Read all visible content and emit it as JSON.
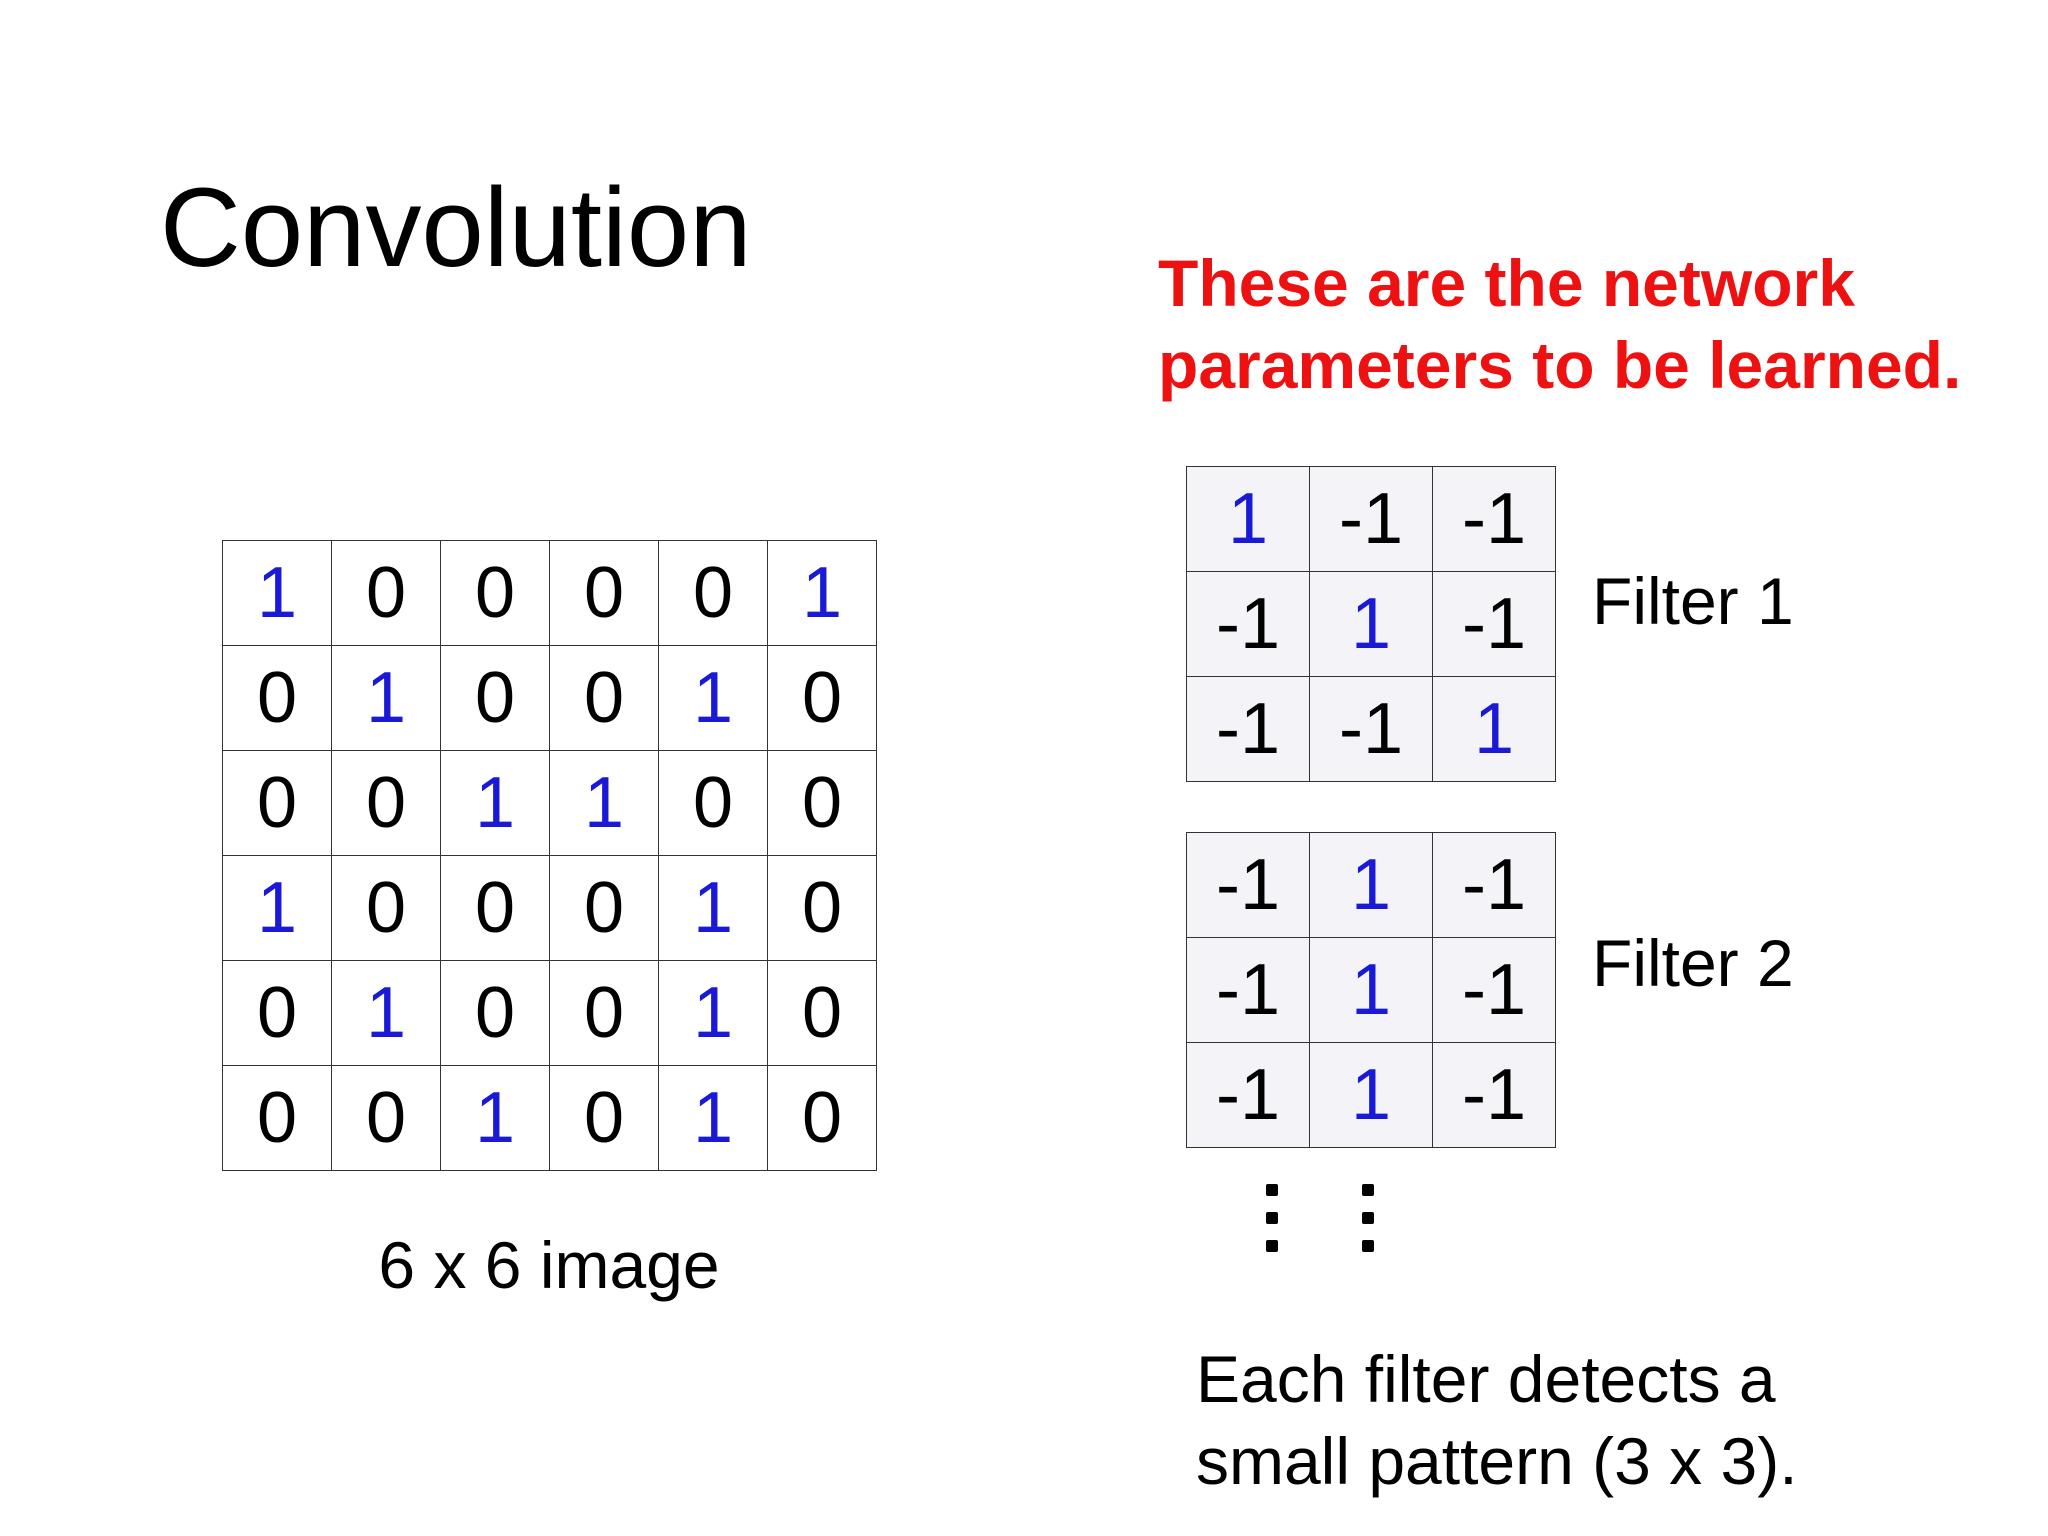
{
  "title": "Convolution",
  "colors": {
    "text": "#000000",
    "one_value": "#1a1ad6",
    "highlight": "#ee1111",
    "filter_cell_bg": "#f3f3f8",
    "grid_line": "#333333"
  },
  "red_note": {
    "lines": [
      "These are the network",
      "parameters to be learned."
    ]
  },
  "image": {
    "caption": "6 x 6 image",
    "rows": [
      [
        "1",
        "0",
        "0",
        "0",
        "0",
        "1"
      ],
      [
        "0",
        "1",
        "0",
        "0",
        "1",
        "0"
      ],
      [
        "0",
        "0",
        "1",
        "1",
        "0",
        "0"
      ],
      [
        "1",
        "0",
        "0",
        "0",
        "1",
        "0"
      ],
      [
        "0",
        "1",
        "0",
        "0",
        "1",
        "0"
      ],
      [
        "0",
        "0",
        "1",
        "0",
        "1",
        "0"
      ]
    ]
  },
  "filters": [
    {
      "label": "Filter 1",
      "rows": [
        [
          "1",
          "-1",
          "-1"
        ],
        [
          "-1",
          "1",
          "-1"
        ],
        [
          "-1",
          "-1",
          "1"
        ]
      ]
    },
    {
      "label": "Filter 2",
      "rows": [
        [
          "-1",
          "1",
          "-1"
        ],
        [
          "-1",
          "1",
          "-1"
        ],
        [
          "-1",
          "1",
          "-1"
        ]
      ]
    }
  ],
  "bottom_note": {
    "lines": [
      "Each filter detects a",
      "small pattern (3 x 3)."
    ]
  }
}
